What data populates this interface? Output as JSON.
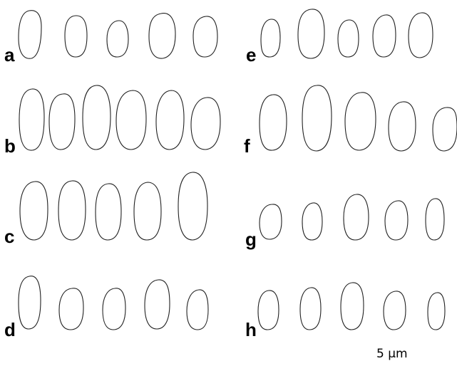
{
  "figure": {
    "panels": [
      {
        "label": "a",
        "spore_count": 5
      },
      {
        "label": "e",
        "spore_count": 5
      },
      {
        "label": "b",
        "spore_count": 6
      },
      {
        "label": "f",
        "spore_count": 5
      },
      {
        "label": "c",
        "spore_count": 5
      },
      {
        "label": "g",
        "spore_count": 5
      },
      {
        "label": "d",
        "spore_count": 5
      },
      {
        "label": "h",
        "spore_count": 5
      }
    ],
    "scale_bar": {
      "label": "5 µm",
      "value": 5,
      "unit": "µm"
    },
    "colors": {
      "outline": "#222222",
      "text": "#000000",
      "background": "#ffffff"
    }
  }
}
